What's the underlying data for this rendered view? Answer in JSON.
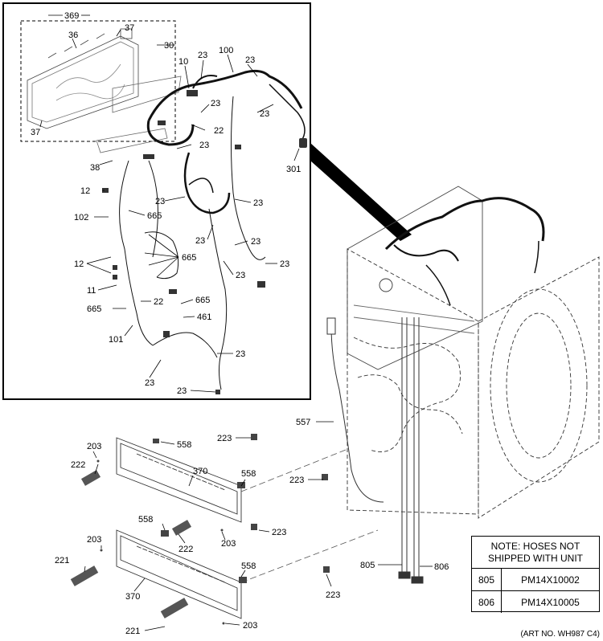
{
  "callouts": {
    "c369": "369",
    "c36": "36",
    "c37a": "37",
    "c30": "30",
    "c37b": "37",
    "c10": "10",
    "c23a": "23",
    "c100": "100",
    "c23b": "23",
    "c23c": "23",
    "c23d": "23",
    "c22a": "22",
    "c23e": "23",
    "c301": "301",
    "c38": "38",
    "c12a": "12",
    "c23f": "23",
    "c102": "102",
    "c665a": "665",
    "c23g": "23",
    "c23h": "23",
    "c23i": "23",
    "c12b": "12",
    "c665b": "665",
    "c11": "11",
    "c23j": "23",
    "c665c": "665",
    "c22b": "22",
    "c665d": "665",
    "c461": "461",
    "c101": "101",
    "c23k": "23",
    "c23l": "23",
    "c23m": "23",
    "c557": "557",
    "c203a": "203",
    "c558a": "558",
    "c223a": "223",
    "c222a": "222",
    "c370a": "370",
    "c558b": "558",
    "c223b": "223",
    "c203b": "203",
    "c558c": "558",
    "c223c": "223",
    "c222b": "222",
    "c203c": "203",
    "c221a": "221",
    "c558d": "558",
    "c370b": "370",
    "c805": "805",
    "c806": "806",
    "c223d": "223",
    "c221b": "221",
    "c203d": "203"
  },
  "note": {
    "line1": "NOTE: HOSES NOT",
    "line2": "SHIPPED WITH UNIT",
    "rows": [
      {
        "num": "805",
        "part": "PM14X10002"
      },
      {
        "num": "806",
        "part": "PM14X10005"
      }
    ]
  },
  "art_no": "(ART NO. WH987 C4)"
}
